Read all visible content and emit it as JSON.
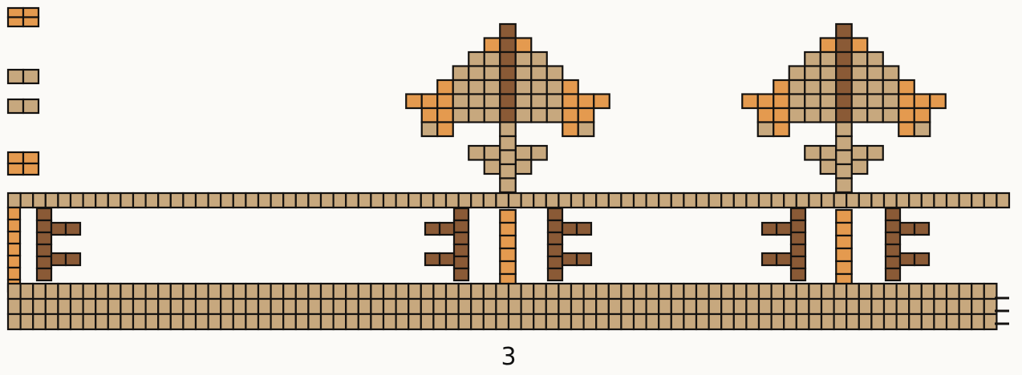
{
  "plate": {
    "number": "3"
  },
  "palette": {
    "light": "#c7a87e",
    "orange": "#e49a4f",
    "brown": "#8a5a36",
    "dark_brown": "#6b4128",
    "stroke": "#141210",
    "paper": "#fbfaf7"
  },
  "pattern": {
    "description_free": true,
    "motifs": [
      "tree",
      "tree"
    ],
    "legend_swatches": 4
  }
}
